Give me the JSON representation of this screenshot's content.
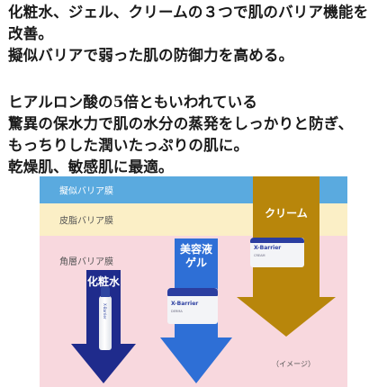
{
  "intro": {
    "lines1": [
      "化粧水、ジェル、クリームの３つで肌のバリア機能を改善。",
      "擬似バリアで弱った肌の防御力を高める。"
    ],
    "lines2": [
      "ヒアルロン酸の5倍ともいわれている",
      "驚異の保水力で肌の水分の蒸発をしっかりと防ぎ、",
      "もっちりした潤いたっぷりの肌に。",
      "乾燥肌、敏感肌に最適。"
    ]
  },
  "diagram": {
    "layers": [
      "擬似バリア膜",
      "皮脂バリア膜",
      "角層バリア膜"
    ],
    "layer_colors": [
      "#5aaadf",
      "#fbefc6",
      "#f8d8de"
    ],
    "arrows": [
      {
        "label": "化粧水",
        "color": "#1f2b8c",
        "depth": "角層バリア膜"
      },
      {
        "label_line1": "美容液",
        "label_line2": "ゲル",
        "color": "#2e6fd6",
        "depth": "角層バリア膜"
      },
      {
        "label": "クリーム",
        "color": "#b8860b",
        "depth": "角層バリア膜"
      }
    ],
    "product_brand": "X-Barrier",
    "product_sub1": "DERMA",
    "product_sub2": "CREAM",
    "note": "（イメージ）"
  }
}
